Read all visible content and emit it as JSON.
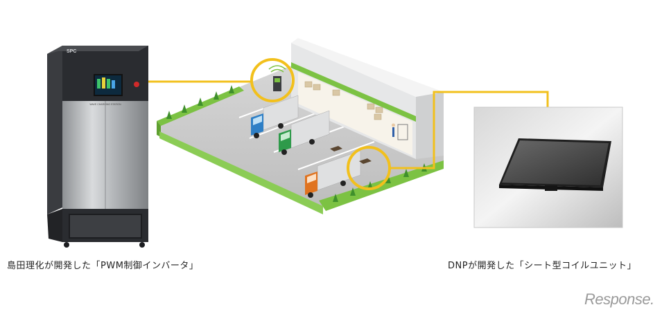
{
  "captions": {
    "left": "島田理化が開発した「PWM制御インバータ」",
    "right": "DNPが開発した「シート型コイルユニット」"
  },
  "cabinet": {
    "brand": "SPC",
    "panel_label": "WAVE CHARGING STATION"
  },
  "watermark": {
    "text": "Response."
  },
  "colors": {
    "callout": "#f2c01c",
    "grass": "#7cc243",
    "cabinet": "#2a2c30",
    "cabinet_panel": "#b8babd"
  }
}
